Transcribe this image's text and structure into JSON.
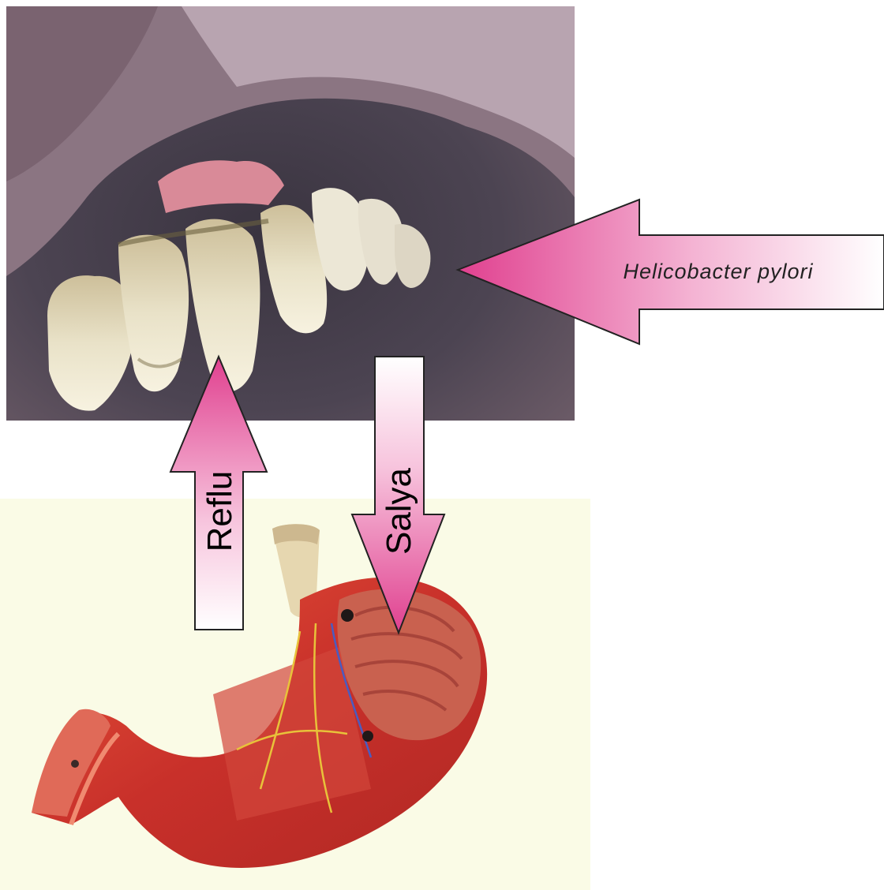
{
  "diagram": {
    "arrows": [
      {
        "id": "helicobacter",
        "label": "Helicobacter pylori",
        "direction": "left",
        "color": "#e0408f"
      },
      {
        "id": "reflux",
        "label": "Reflu",
        "direction": "up",
        "color": "#e0408f"
      },
      {
        "id": "saliva",
        "label": "Salya",
        "direction": "down",
        "color": "#e0408f"
      }
    ],
    "images": [
      {
        "name": "mouth-teeth-photo",
        "depicts": "mouth with teeth and gums"
      },
      {
        "name": "stomach-model-photo",
        "depicts": "anatomical stomach model"
      }
    ]
  }
}
